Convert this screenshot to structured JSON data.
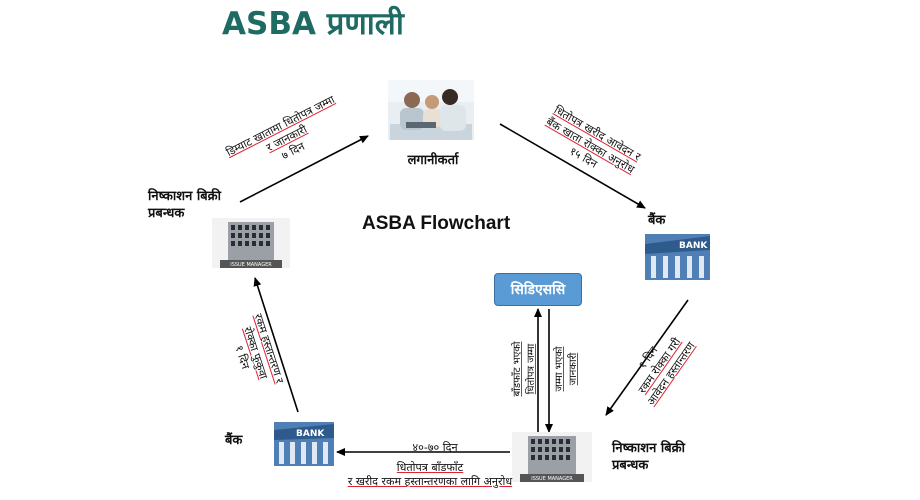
{
  "title": "ASBA प्रणाली",
  "subtitle": "ASBA Flowchart",
  "nodes": {
    "investor": "लगानीकर्ता",
    "bank_right": "बैंक",
    "issue_manager_left": "निष्काशन बिक्री\nप्रबन्धक",
    "issue_manager_right": "निष्काशन बिक्री\nप्रबन्धक",
    "bank_left": "बैंक",
    "cds": "सिडिएससि"
  },
  "image_text": {
    "bank_sign": "BANK",
    "issue_manager_sign": "ISSUE MANAGER"
  },
  "edges": {
    "investor_to_bank": {
      "line1": "धितोपत्र खरीद आवेदन र",
      "line2": "बैंक खाता रोक्का अनुरोध",
      "days": "१५ दिन"
    },
    "bank_to_im": {
      "days": "१ दिन",
      "line1": "रकम रोक्का गरी",
      "line2": "आवेदन हस्तान्तरण"
    },
    "im_to_bank": {
      "days": "४०-७० दिन",
      "line1": "धितोपत्र बाँडफाँट",
      "line2": "र खरीद रकम हस्तान्तरणका लागि अनुरोध"
    },
    "bank_to_im_left": {
      "line1": "रकम हस्तान्तरण र",
      "line2": "रोक्का फुकुवा",
      "days": "१ दिन"
    },
    "im_to_investor": {
      "line1": "डिम्याट खातामा धितोपत्र जम्मा",
      "line2": "र जानकारी",
      "days": "७ दिन"
    },
    "im_cds_up": {
      "line1": "बाँडफाँट भएको",
      "line2": "धितोपत्र जम्मा"
    },
    "cds_im_down": {
      "line1": "जम्मा भएको",
      "line2": "जानकारी"
    }
  },
  "colors": {
    "title": "#1f6b63",
    "cds_box": "#5b9bd5",
    "underline": "#dd2222"
  }
}
